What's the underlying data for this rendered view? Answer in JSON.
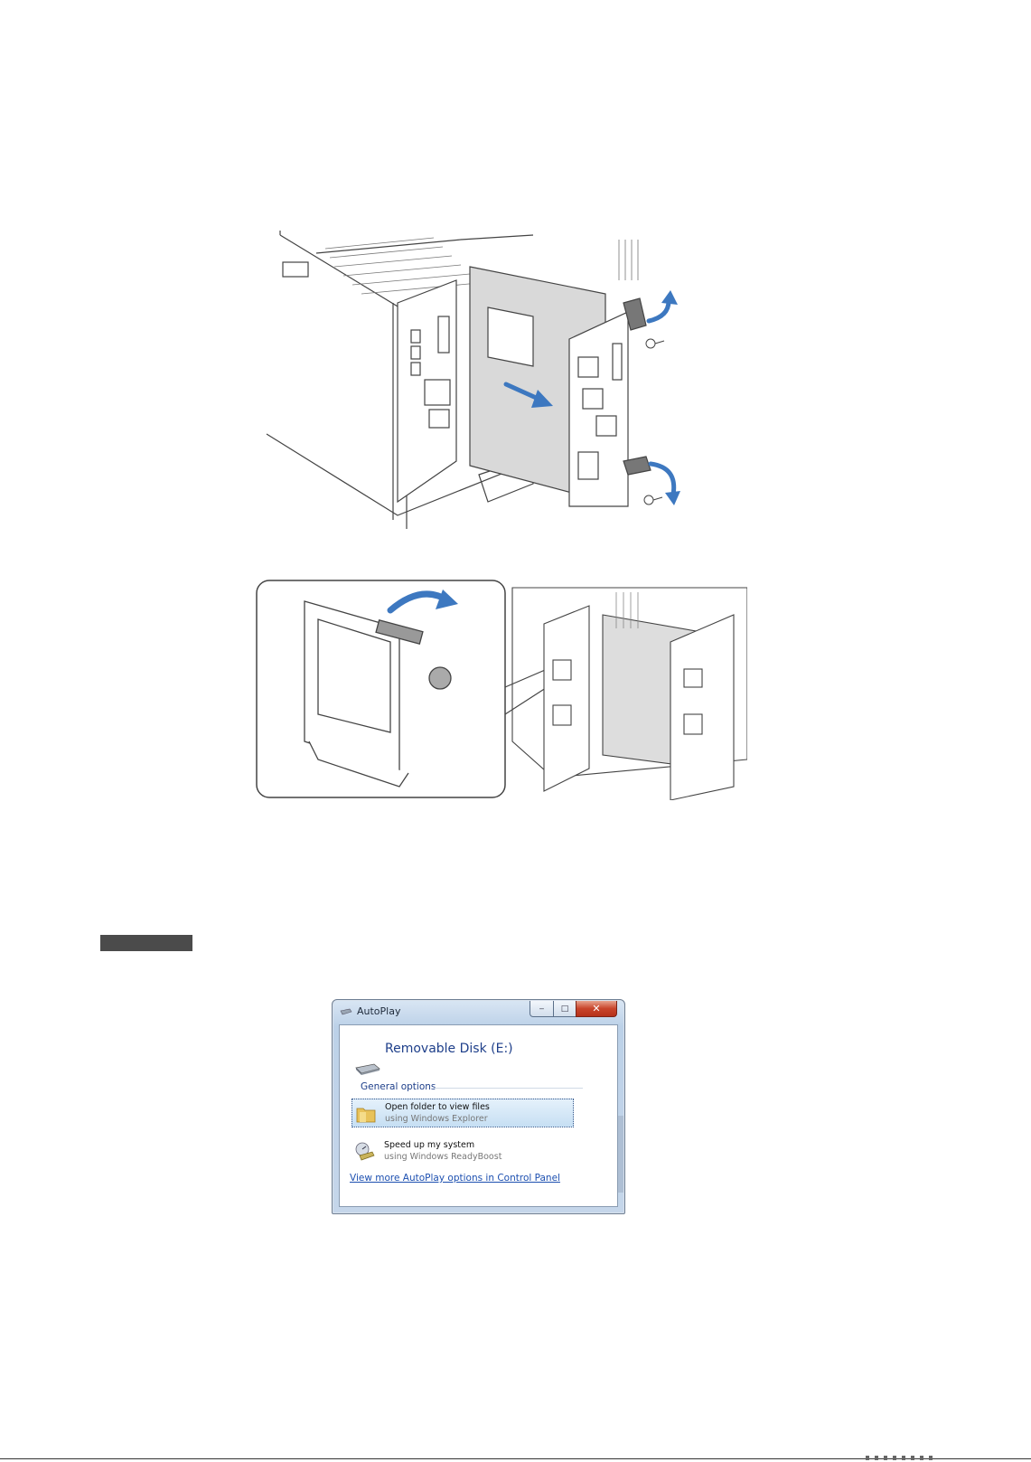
{
  "dialog": {
    "title": "AutoPlay",
    "device_name": "Removable Disk (E:)",
    "section_label": "General options",
    "options": [
      {
        "title": "Open folder to view files",
        "subtitle": "using Windows Explorer",
        "icon": "folder-icon",
        "selected": true
      },
      {
        "title": "Speed up my system",
        "subtitle": "using Windows ReadyBoost",
        "icon": "readyboost-icon",
        "selected": false
      }
    ],
    "more_link": "View more AutoPlay options in Control Panel",
    "controls": {
      "minimize_icon": "minimize-icon",
      "maximize_icon": "maximize-icon",
      "close_icon": "close-icon"
    }
  },
  "colors": {
    "arrow_blue": "#3d78c0",
    "title_blue": "#1e3f8a",
    "link_blue": "#1c4fb0"
  }
}
